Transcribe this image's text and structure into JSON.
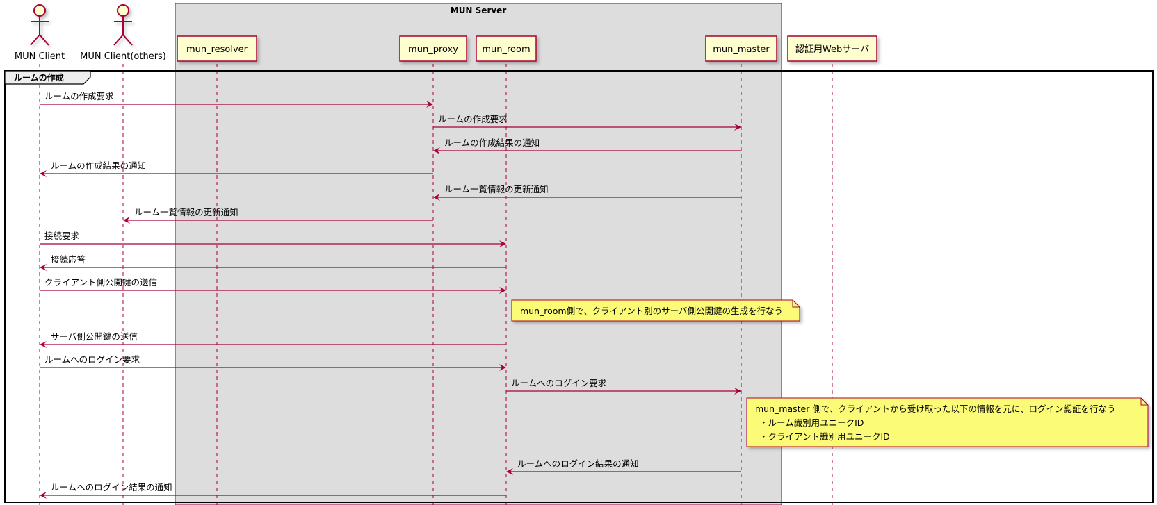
{
  "box": {
    "title": "MUN Server"
  },
  "actors": [
    {
      "id": "client",
      "label": "MUN Client"
    },
    {
      "id": "others",
      "label": "MUN Client(others)"
    }
  ],
  "participants": [
    {
      "id": "resolver",
      "label": "mun_resolver"
    },
    {
      "id": "proxy",
      "label": "mun_proxy"
    },
    {
      "id": "room",
      "label": "mun_room"
    },
    {
      "id": "master",
      "label": "mun_master"
    },
    {
      "id": "auth",
      "label": "認証用Webサーバ"
    }
  ],
  "group": {
    "label": "ルームの作成"
  },
  "messages": [
    {
      "from": "client",
      "to": "proxy",
      "label": "ルームの作成要求"
    },
    {
      "from": "proxy",
      "to": "master",
      "label": "ルームの作成要求"
    },
    {
      "from": "master",
      "to": "proxy",
      "label": "ルームの作成結果の通知"
    },
    {
      "from": "proxy",
      "to": "client",
      "label": "ルームの作成結果の通知"
    },
    {
      "from": "master",
      "to": "proxy",
      "label": "ルーム一覧情報の更新通知"
    },
    {
      "from": "proxy",
      "to": "others",
      "label": "ルーム一覧情報の更新通知"
    },
    {
      "from": "client",
      "to": "room",
      "label": "接続要求"
    },
    {
      "from": "room",
      "to": "client",
      "label": "接続応答"
    },
    {
      "from": "client",
      "to": "room",
      "label": "クライアント側公開鍵の送信"
    },
    {
      "from": "room",
      "to": "client",
      "label": "サーバ側公開鍵の送信"
    },
    {
      "from": "client",
      "to": "room",
      "label": "ルームへのログイン要求"
    },
    {
      "from": "room",
      "to": "master",
      "label": "ルームへのログイン要求"
    },
    {
      "from": "master",
      "to": "room",
      "label": "ルームへのログイン結果の通知"
    },
    {
      "from": "room",
      "to": "client",
      "label": "ルームへのログイン結果の通知"
    }
  ],
  "notes": [
    {
      "lines": [
        "mun_room側で、クライアント別のサーバ側公開鍵の生成を行なう"
      ]
    },
    {
      "lines": [
        "mun_master 側で、クライアントから受け取った以下の情報を元に、ログイン認証を行なう",
        "・ルーム識別用ユニークID",
        "・クライアント識別用ユニークID"
      ]
    }
  ],
  "colors": {
    "line": "#A80036",
    "participant_fill": "#FEFECE",
    "box_fill": "#DDDDDD",
    "note_fill": "#FBFB77",
    "note_border": "#A80036",
    "group_border": "#000000"
  }
}
